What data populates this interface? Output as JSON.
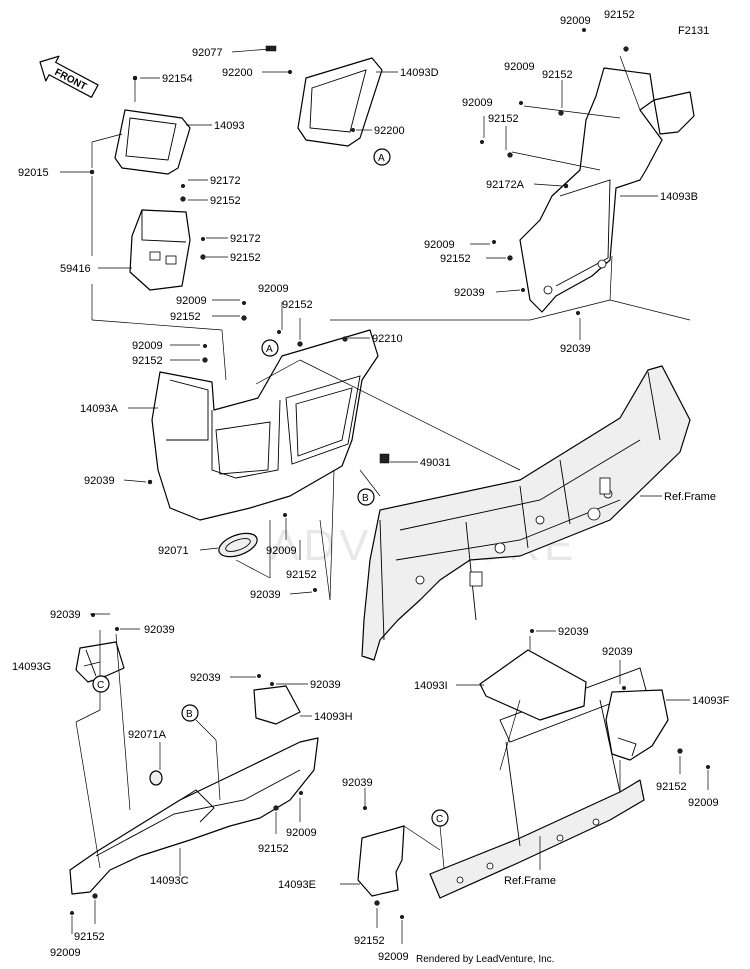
{
  "diagram_code": "F2131",
  "front_arrow_label": "FRONT",
  "watermark": "ADVENTURE",
  "rendered_by": "Rendered by LeadVenture, Inc.",
  "frame_labels": [
    "Ref.Frame",
    "Ref.Frame"
  ],
  "callout_marks": [
    "A",
    "A",
    "B",
    "B",
    "C",
    "C"
  ],
  "part_labels": [
    "92077",
    "92200",
    "14093D",
    "92200",
    "92154",
    "14093",
    "92015",
    "92172",
    "92152",
    "92172",
    "92152",
    "59416",
    "92009",
    "92152",
    "92009",
    "92152",
    "92009",
    "92152",
    "92210",
    "14093A",
    "49031",
    "92039",
    "92071",
    "92009",
    "92152",
    "92039",
    "92009",
    "92152",
    "92009",
    "92152",
    "92009",
    "92152",
    "92172A",
    "14093B",
    "92009",
    "92152",
    "92039",
    "92039",
    "92039",
    "92039",
    "14093G",
    "92039",
    "92039",
    "14093H",
    "92071A",
    "14093C",
    "92009",
    "92152",
    "92152",
    "92009",
    "92039",
    "14093I",
    "92039",
    "14093F",
    "92152",
    "92009",
    "92039",
    "14093E",
    "92152",
    "92009"
  ]
}
